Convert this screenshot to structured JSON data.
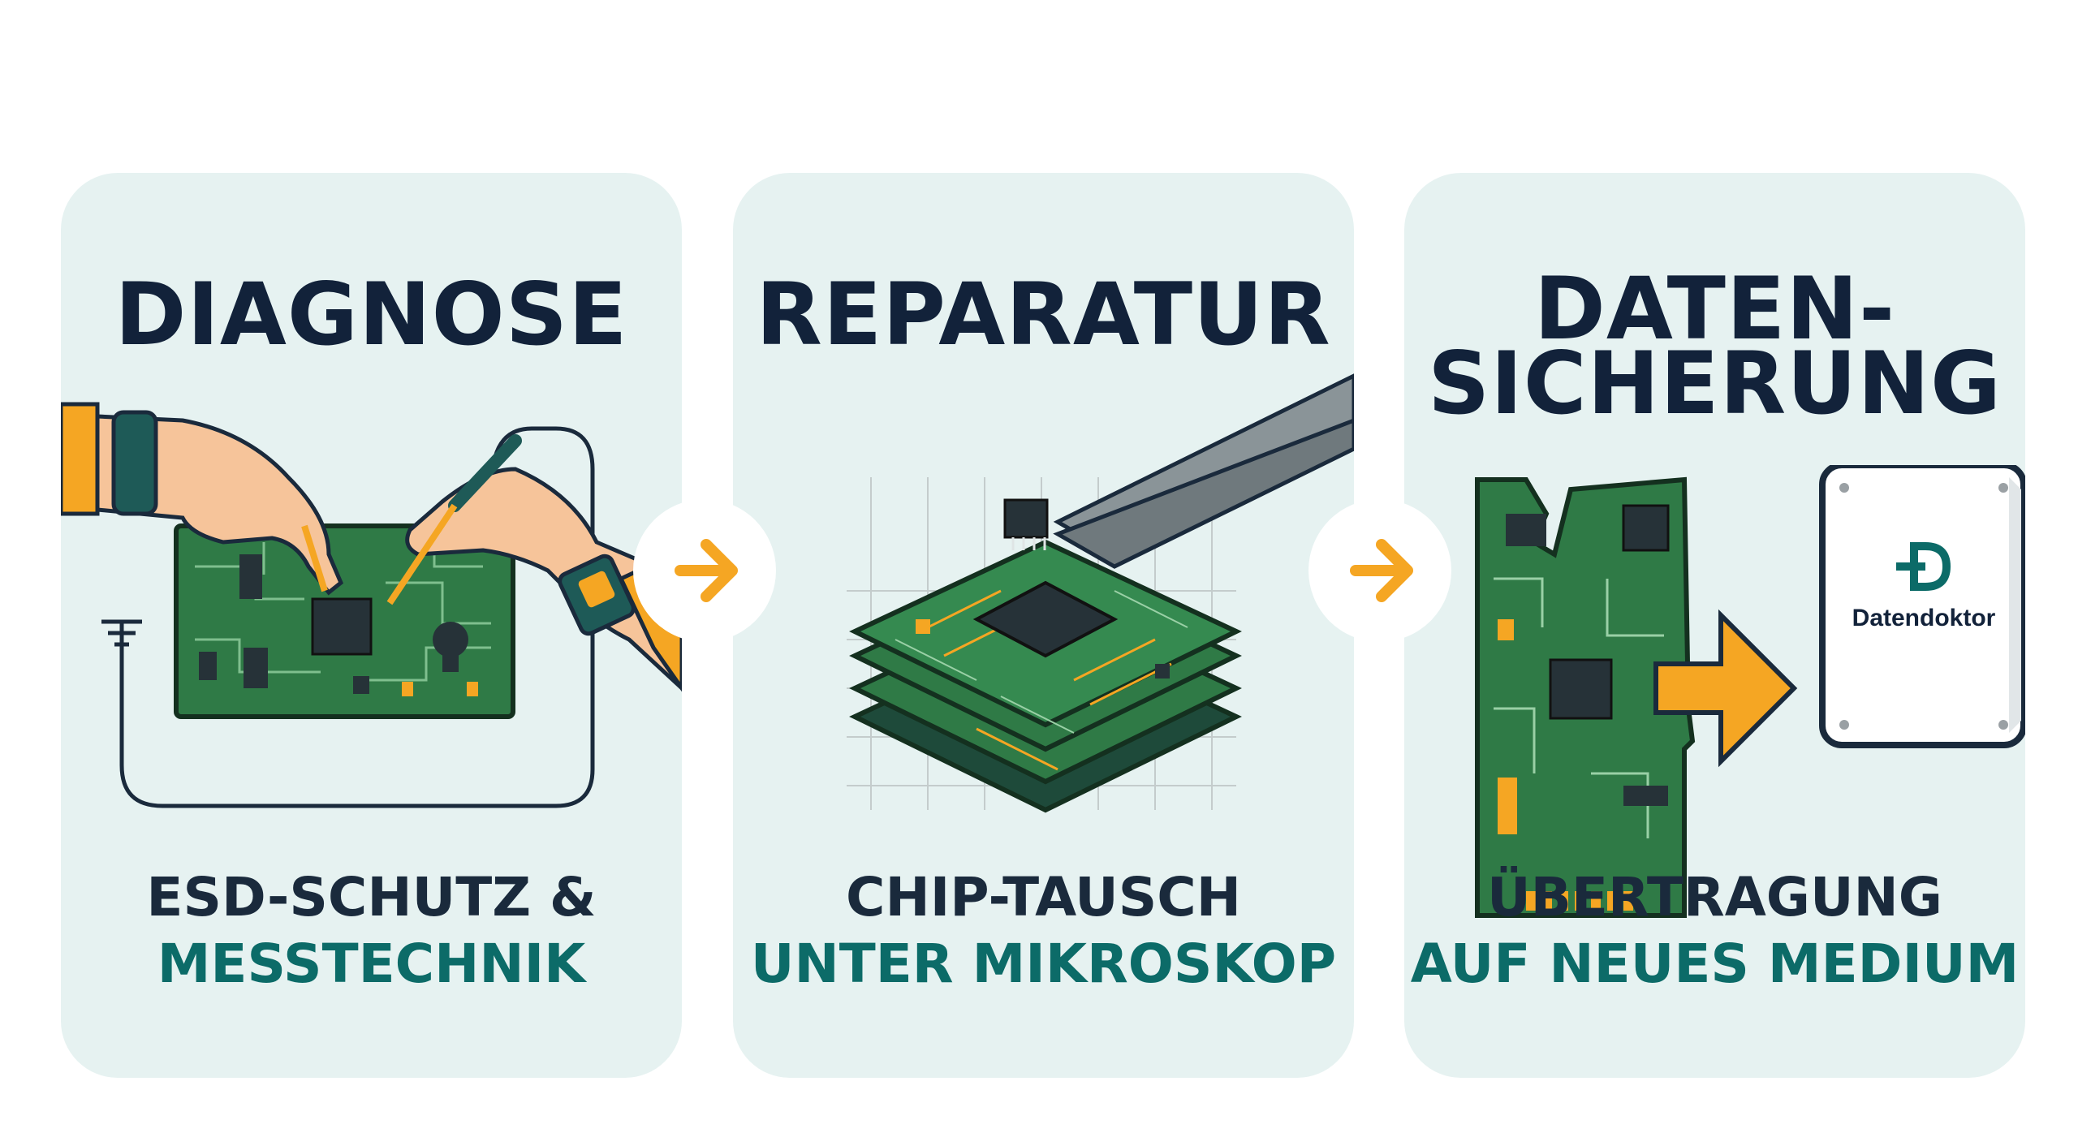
{
  "steps": [
    {
      "title_lines": [
        "DIAGNOSE"
      ],
      "subtitle_line1": "ESD-SCHUTZ &",
      "subtitle_line2": "MESSTECHNIK"
    },
    {
      "title_lines": [
        "REPARATUR"
      ],
      "subtitle_line1": "CHIP-TAUSCH",
      "subtitle_line2": "UNTER MIKROSKOP"
    },
    {
      "title_lines": [
        "DATEN-",
        "SICHERUNG"
      ],
      "subtitle_line1": "ÜBERTRAGUNG",
      "subtitle_line2": "AUF NEUES MEDIUM",
      "drive_label": "Datendoktor"
    }
  ],
  "colors": {
    "card_bg": "#e6f2f1",
    "title": "#12223a",
    "accent_teal": "#0c6b68",
    "arrow_orange": "#f5a623",
    "pcb_green": "#2f7a46"
  },
  "icons": [
    "hands-multimeter-icon",
    "tweezers-chip-icon",
    "pcb-to-drive-icon",
    "arrow-right-icon"
  ]
}
